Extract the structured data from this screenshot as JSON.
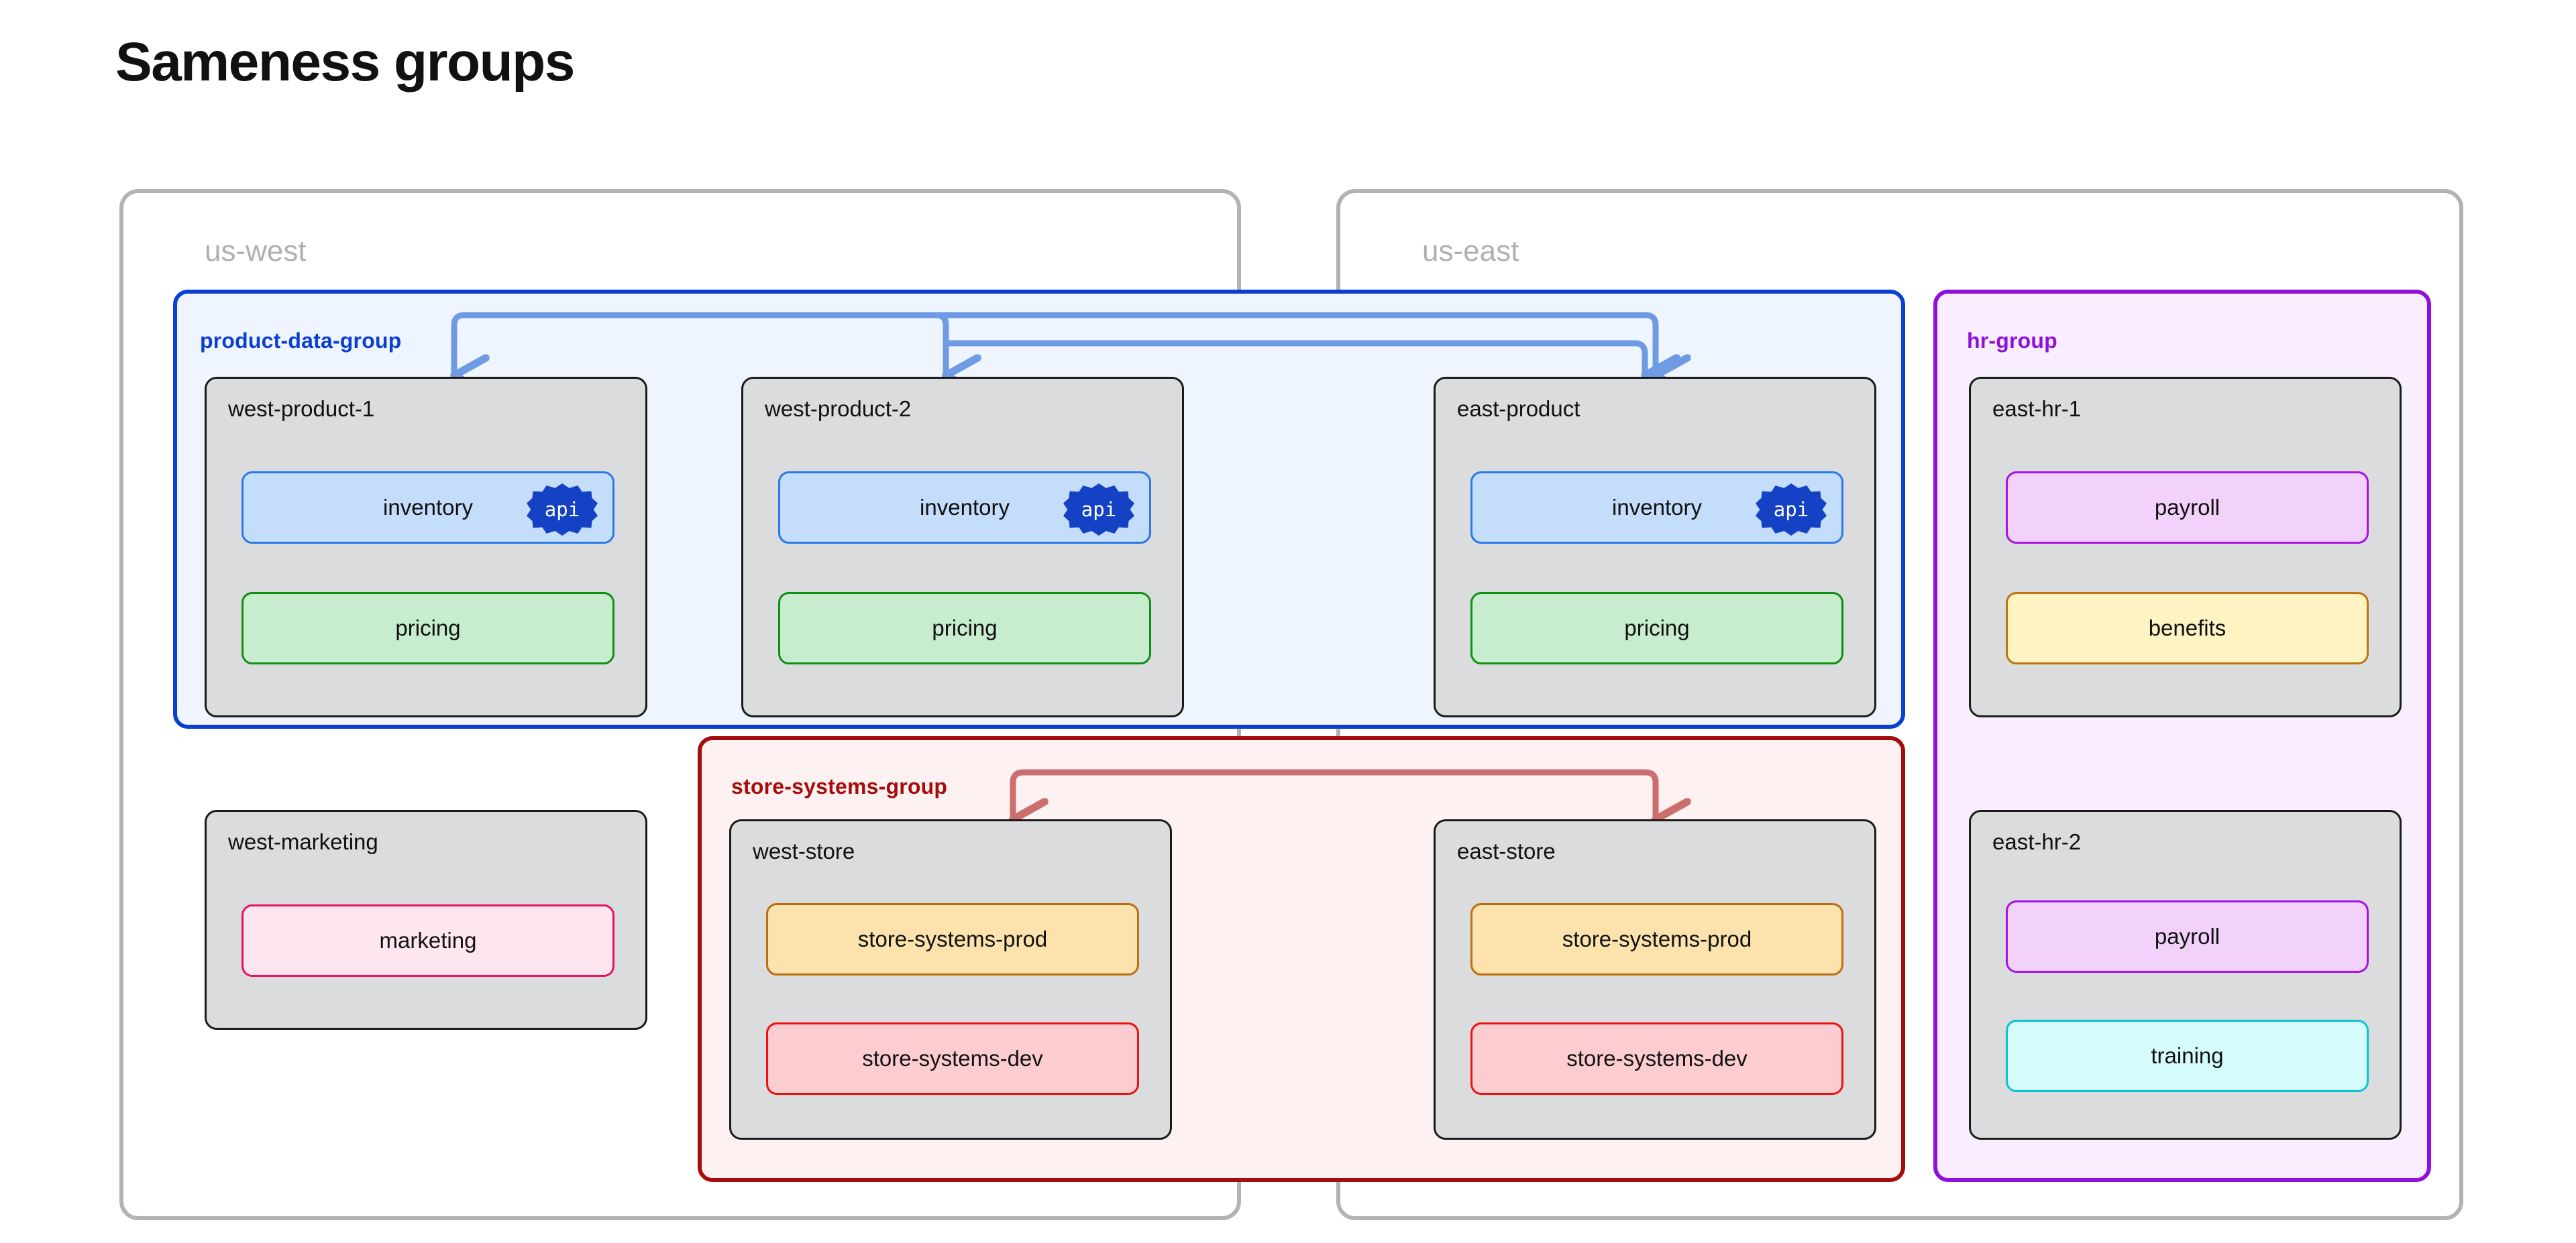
{
  "page": {
    "title": "Sameness groups",
    "background": "#ffffff"
  },
  "palette": {
    "region_border": "#b3b3b3",
    "region_label": "#b0b0b0",
    "node_fill": "#dadcde",
    "node_border": "#1a1a1a",
    "product_group_border": "#0b3fd4",
    "product_group_fill": "#eff5fe",
    "product_group_label": "#0b3fd4",
    "product_group_arrow": "#6f9ae4",
    "store_group_border": "#a50c0c",
    "store_group_fill": "#fdf2f1",
    "store_group_label": "#a50c0c",
    "store_group_arrow": "#cc6e6e",
    "hr_group_border": "#8f10d8",
    "hr_group_fill": "#f9eefe",
    "hr_group_label": "#8f10d8",
    "inventory_fill": "#c3ddfb",
    "inventory_border": "#2979e8",
    "pricing_fill": "#c7ecce",
    "pricing_border": "#0e8f12",
    "marketing_fill": "#fde6ef",
    "marketing_border": "#e81263",
    "payroll_fill": "#f2d2fb",
    "payroll_border": "#a812e8",
    "benefits_fill": "#fdf3c3",
    "benefits_border": "#c2730d",
    "training_fill": "#d6fbfb",
    "training_border": "#0bc4d1",
    "store_prod_fill": "#fce3ad",
    "store_prod_border": "#bd6e10",
    "store_dev_fill": "#fbcdd1",
    "store_dev_border": "#ee1111",
    "api_badge_fill": "#1542c4",
    "api_badge_text": "#ffffff"
  },
  "regions": [
    {
      "id": "us-west",
      "label": "us-west"
    },
    {
      "id": "us-east",
      "label": "us-east"
    }
  ],
  "groups": [
    {
      "id": "product-data-group",
      "label": "product-data-group"
    },
    {
      "id": "store-systems-group",
      "label": "store-systems-group"
    },
    {
      "id": "hr-group",
      "label": "hr-group"
    }
  ],
  "nodes": [
    {
      "id": "west-product-1",
      "label": "west-product-1",
      "region": "us-west",
      "group": "product-data-group",
      "services": [
        {
          "label": "inventory",
          "badge": "api",
          "kind": "inventory"
        },
        {
          "label": "pricing",
          "badge": null,
          "kind": "pricing"
        }
      ]
    },
    {
      "id": "west-product-2",
      "label": "west-product-2",
      "region": "us-west",
      "group": "product-data-group",
      "services": [
        {
          "label": "inventory",
          "badge": "api",
          "kind": "inventory"
        },
        {
          "label": "pricing",
          "badge": null,
          "kind": "pricing"
        }
      ]
    },
    {
      "id": "east-product",
      "label": "east-product",
      "region": "us-east",
      "group": "product-data-group",
      "services": [
        {
          "label": "inventory",
          "badge": "api",
          "kind": "inventory"
        },
        {
          "label": "pricing",
          "badge": null,
          "kind": "pricing"
        }
      ]
    },
    {
      "id": "east-hr-1",
      "label": "east-hr-1",
      "region": "us-east",
      "group": "hr-group",
      "services": [
        {
          "label": "payroll",
          "badge": null,
          "kind": "payroll"
        },
        {
          "label": "benefits",
          "badge": null,
          "kind": "benefits"
        }
      ]
    },
    {
      "id": "west-marketing",
      "label": "west-marketing",
      "region": "us-west",
      "group": null,
      "services": [
        {
          "label": "marketing",
          "badge": null,
          "kind": "marketing"
        }
      ]
    },
    {
      "id": "west-store",
      "label": "west-store",
      "region": "us-west",
      "group": "store-systems-group",
      "services": [
        {
          "label": "store-systems-prod",
          "badge": null,
          "kind": "store-prod"
        },
        {
          "label": "store-systems-dev",
          "badge": null,
          "kind": "store-dev"
        }
      ]
    },
    {
      "id": "east-store",
      "label": "east-store",
      "region": "us-east",
      "group": "store-systems-group",
      "services": [
        {
          "label": "store-systems-prod",
          "badge": null,
          "kind": "store-prod"
        },
        {
          "label": "store-systems-dev",
          "badge": null,
          "kind": "store-dev"
        }
      ]
    },
    {
      "id": "east-hr-2",
      "label": "east-hr-2",
      "region": "us-east",
      "group": "hr-group",
      "services": [
        {
          "label": "payroll",
          "badge": null,
          "kind": "payroll"
        },
        {
          "label": "training",
          "badge": null,
          "kind": "training"
        }
      ]
    }
  ],
  "edges": [
    {
      "group": "product-data-group",
      "from": "west-product-1",
      "to": "west-product-2"
    },
    {
      "group": "product-data-group",
      "from": "west-product-1",
      "to": "east-product"
    },
    {
      "group": "product-data-group",
      "from": "west-product-2",
      "to": "east-product"
    },
    {
      "group": "store-systems-group",
      "from": "west-store",
      "to": "east-store"
    }
  ],
  "labels": {
    "west_product_1": "west-product-1",
    "west_product_2": "west-product-2",
    "east_product": "east-product",
    "east_hr_1": "east-hr-1",
    "west_marketing": "west-marketing",
    "west_store": "west-store",
    "east_store": "east-store",
    "east_hr_2": "east-hr-2",
    "inventory": "inventory",
    "pricing": "pricing",
    "payroll": "payroll",
    "benefits": "benefits",
    "marketing": "marketing",
    "training": "training",
    "store_systems_prod": "store-systems-prod",
    "store_systems_dev": "store-systems-dev",
    "api": "api",
    "us_west": "us-west",
    "us_east": "us-east",
    "product_data_group": "product-data-group",
    "store_systems_group": "store-systems-group",
    "hr_group": "hr-group"
  }
}
